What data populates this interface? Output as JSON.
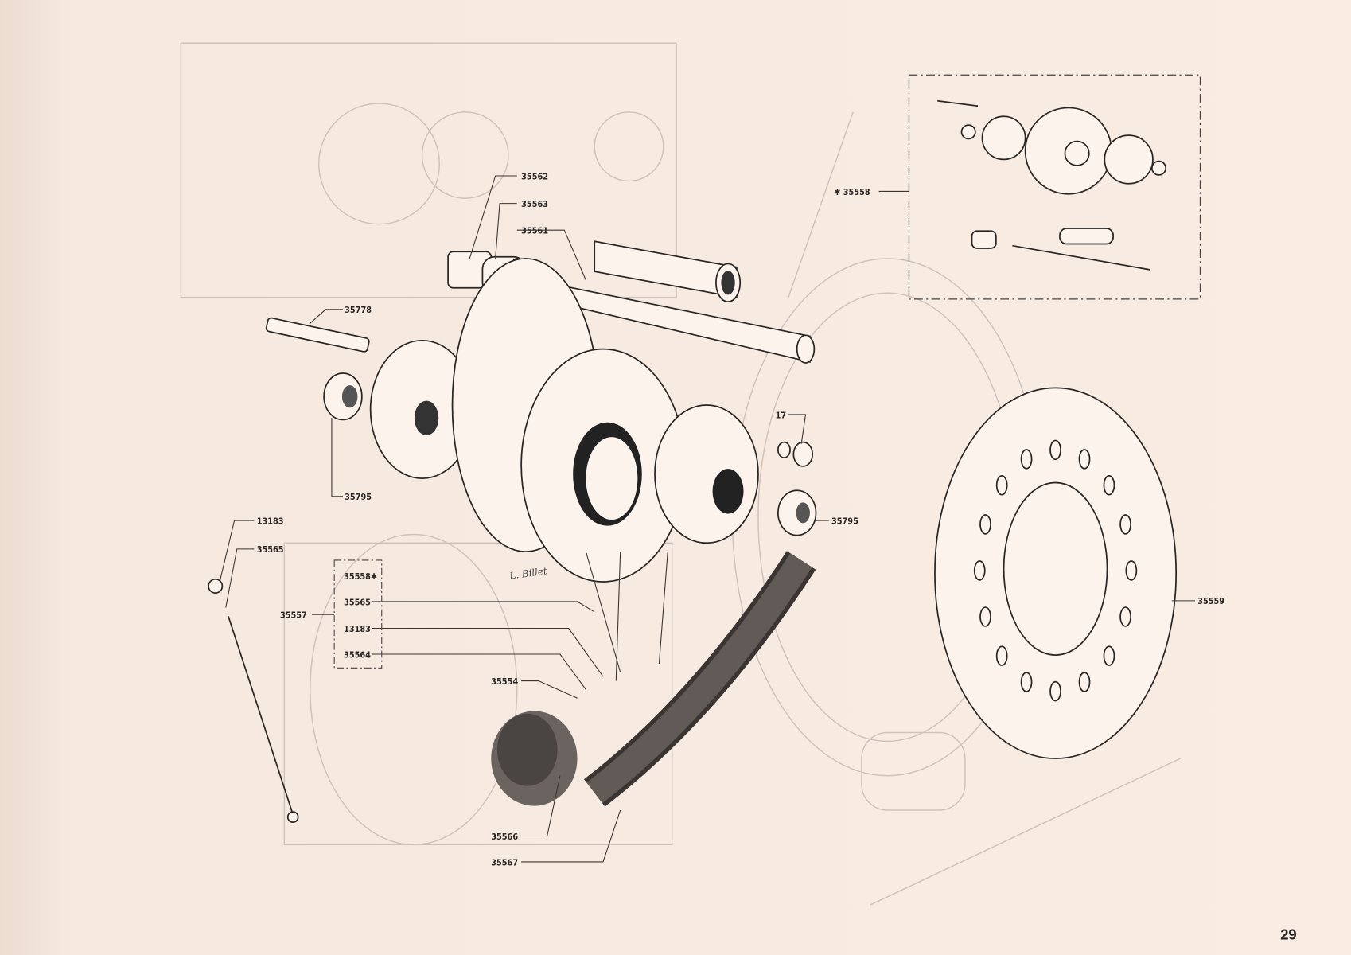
{
  "page_number": "29",
  "callouts": {
    "c35562": "35562",
    "c35563": "35563",
    "c35561": "35561",
    "c35778": "35778",
    "c35795_left": "35795",
    "c13183": "13183",
    "c35565": "35565",
    "c35557": "35557",
    "c35554": "35554",
    "c35566": "35566",
    "c35567": "35567",
    "c17": "17",
    "c35795_right": "35795",
    "c35559": "35559",
    "c35558_star": "✱ 35558"
  },
  "kit_box": [
    "35558✱",
    "35565",
    "13183",
    "35564"
  ],
  "signature": "L. Billet"
}
